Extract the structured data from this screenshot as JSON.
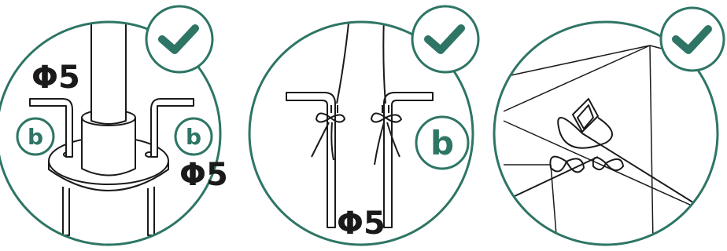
{
  "colors": {
    "accent": "#2e7565",
    "line": "#1a1a1a",
    "background": "#ffffff"
  },
  "panels": [
    {
      "check_icon": "check-mark-icon",
      "labels": {
        "size_top": "Φ5",
        "size_right": "Φ5",
        "badge_left": "b",
        "badge_right": "b"
      }
    },
    {
      "check_icon": "check-mark-icon",
      "labels": {
        "size_bottom": "Φ5",
        "badge": "b"
      }
    },
    {
      "check_icon": "check-mark-icon",
      "labels": {}
    }
  ]
}
